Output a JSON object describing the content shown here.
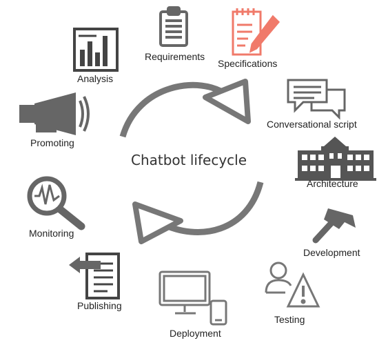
{
  "title": "Chatbot lifecycle",
  "stages": [
    {
      "label": "Requirements",
      "icon": "clipboard-icon"
    },
    {
      "label": "Specifications",
      "icon": "notepad-pencil-icon"
    },
    {
      "label": "Conversational script",
      "icon": "chat-bubbles-icon"
    },
    {
      "label": "Architecture",
      "icon": "building-icon"
    },
    {
      "label": "Development",
      "icon": "hammer-icon"
    },
    {
      "label": "Testing",
      "icon": "user-warning-icon"
    },
    {
      "label": "Deployment",
      "icon": "monitor-tablet-icon"
    },
    {
      "label": "Publishing",
      "icon": "document-arrow-icon"
    },
    {
      "label": "Monitoring",
      "icon": "magnifier-graph-icon"
    },
    {
      "label": "Promoting",
      "icon": "megaphone-icon"
    },
    {
      "label": "Analysis",
      "icon": "bar-chart-icon"
    }
  ],
  "colors": {
    "icon": "#666666",
    "highlight": "#f07a6a",
    "arrow": "#777777",
    "text": "#222222"
  }
}
